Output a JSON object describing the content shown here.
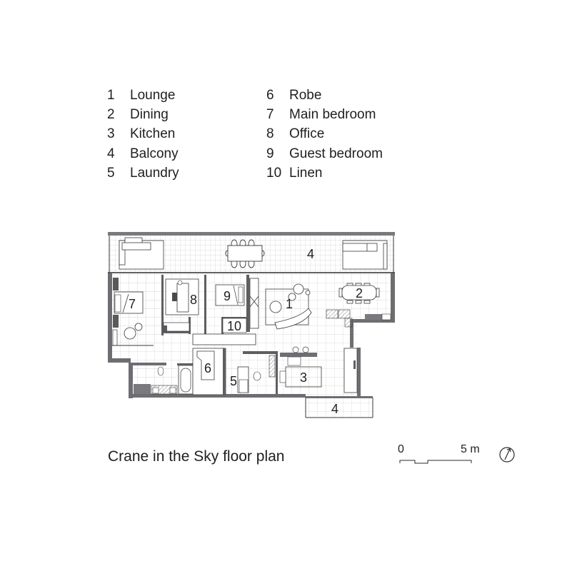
{
  "legend": {
    "items": [
      {
        "num": "1",
        "label": "Lounge"
      },
      {
        "num": "2",
        "label": "Dining"
      },
      {
        "num": "3",
        "label": "Kitchen"
      },
      {
        "num": "4",
        "label": "Balcony"
      },
      {
        "num": "5",
        "label": "Laundry"
      },
      {
        "num": "6",
        "label": "Robe"
      },
      {
        "num": "7",
        "label": "Main bedroom"
      },
      {
        "num": "8",
        "label": "Office"
      },
      {
        "num": "9",
        "label": "Guest bedroom"
      },
      {
        "num": "10",
        "label": "Linen"
      }
    ]
  },
  "plan": {
    "room_labels": {
      "lounge": "1",
      "dining": "2",
      "kitchen": "3",
      "balcony_top": "4",
      "balcony_bottom": "4",
      "laundry": "5",
      "robe": "6",
      "main_bedroom": "7",
      "office": "8",
      "guest_bedroom": "9",
      "linen": "10"
    },
    "colors": {
      "wall": "#6e6e72",
      "wall_dark": "#4a4a4e",
      "line": "#3a3a3a",
      "grid": "#cfcfcf",
      "fill": "#ffffff",
      "hatch": "#9a9a9a"
    }
  },
  "caption": "Crane in the Sky floor plan",
  "scale_bar": {
    "start_label": "0",
    "end_label": "5 m"
  },
  "north_arrow": {
    "icon": "north-arrow-icon"
  }
}
